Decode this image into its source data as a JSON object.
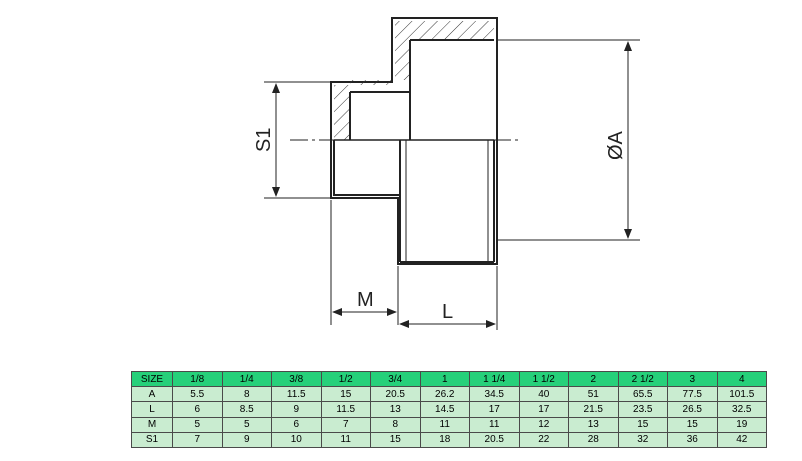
{
  "drawing": {
    "labels": {
      "s1": "S1",
      "phi_a": "ØA",
      "m": "M",
      "l": "L"
    }
  },
  "table": {
    "header": [
      "SIZE",
      "1/8",
      "1/4",
      "3/8",
      "1/2",
      "3/4",
      "1",
      "1 1/4",
      "1 1/2",
      "2",
      "2 1/2",
      "3",
      "4"
    ],
    "rows": [
      [
        "A",
        "5.5",
        "8",
        "11.5",
        "15",
        "20.5",
        "26.2",
        "34.5",
        "40",
        "51",
        "65.5",
        "77.5",
        "101.5"
      ],
      [
        "L",
        "6",
        "8.5",
        "9",
        "11.5",
        "13",
        "14.5",
        "17",
        "17",
        "21.5",
        "23.5",
        "26.5",
        "32.5"
      ],
      [
        "M",
        "5",
        "5",
        "6",
        "7",
        "8",
        "11",
        "11",
        "12",
        "13",
        "15",
        "15",
        "19"
      ],
      [
        "S1",
        "7",
        "9",
        "10",
        "11",
        "15",
        "18",
        "20.5",
        "22",
        "28",
        "32",
        "36",
        "42"
      ]
    ]
  },
  "colors": {
    "header_fill": "#26d07a",
    "cell_fill": "#c9ecd0",
    "line": "#222222"
  }
}
